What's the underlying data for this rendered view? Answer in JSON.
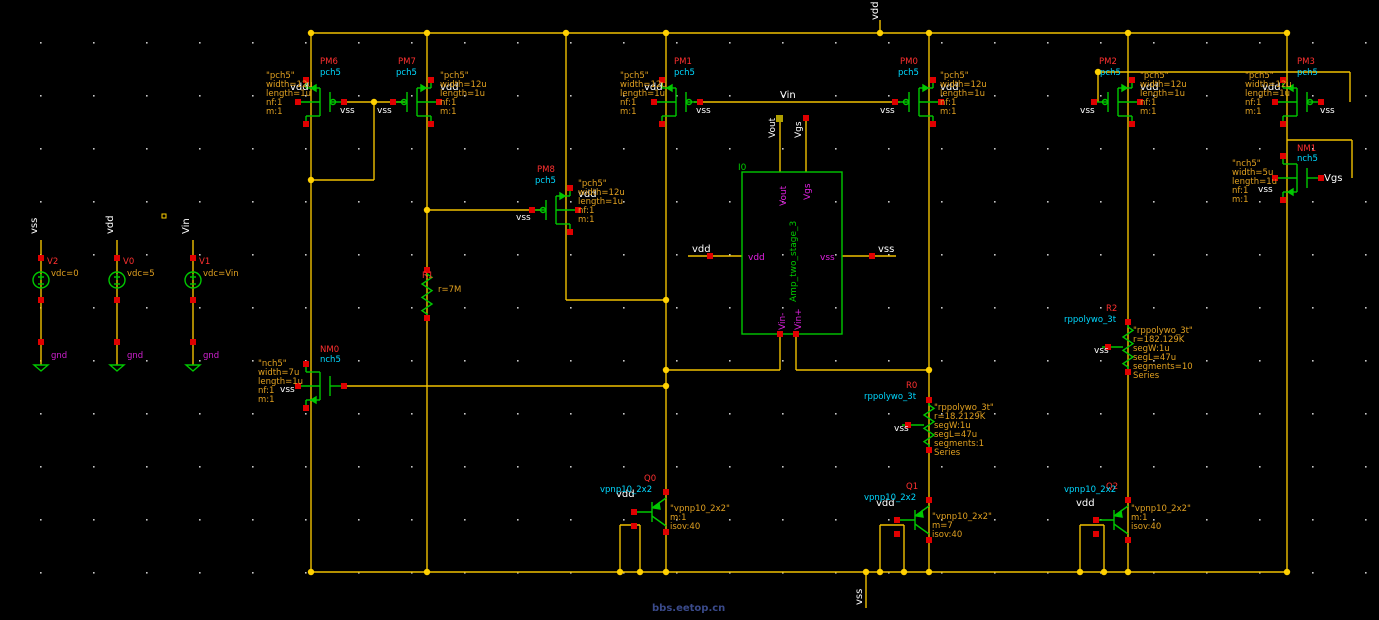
{
  "colors": {
    "background": "#000000",
    "wire": "#f0c000",
    "device": "#00c800",
    "pin": "#e00000",
    "inst_name": "#ff3030",
    "model": "#00d8ff",
    "param": "#e0a020",
    "pin_label": "#e020e0",
    "net_label": "#ffffff",
    "gnd_label": "#d020d0",
    "watermark": "#3a4a8a"
  },
  "nets": {
    "vdd_top": "vdd",
    "vss_bottom": "vss",
    "vin_mid": "Vin",
    "vss_pm6": "vss",
    "vss_pm7": "vss",
    "vss_pm1": "vss",
    "vss_pm0": "vss",
    "vss_pm2": "vss",
    "vss_pm3": "vss",
    "vss_pm8": "vss",
    "vdd_pm6": "vdd",
    "vdd_pm7": "vdd",
    "vdd_pm1": "vdd",
    "vdd_pm0": "vdd",
    "vdd_pm2": "vdd",
    "vdd_pm3": "vdd",
    "vdd_pm8": "vdd",
    "vss_nm0": "vss",
    "vss_nm1": "vss",
    "vgs_nm1": "Vgs",
    "vss_r0": "vss",
    "vss_r2": "vss",
    "vdd_q0": "vdd",
    "vdd_q1": "vdd",
    "vdd_q2": "vdd",
    "vout_pin": "Vout",
    "vgs_pin": "Vgs",
    "vdd_amp": "vdd",
    "vss_amp": "vss"
  },
  "sources": [
    {
      "net": "vss",
      "name": "V2",
      "value": "vdc=0",
      "gnd": "gnd"
    },
    {
      "net": "vdd",
      "name": "V0",
      "value": "vdc=5",
      "gnd": "gnd"
    },
    {
      "net": "Vin",
      "name": "V1",
      "value": "vdc=Vin",
      "gnd": "gnd"
    }
  ],
  "pmos": [
    {
      "name": "PM6",
      "model": "pch5",
      "params": [
        "\"pch5\"",
        "width=12u",
        "length=1u",
        "nf:1",
        "m:1"
      ]
    },
    {
      "name": "PM7",
      "model": "pch5",
      "params": [
        "\"pch5\"",
        "width=12u",
        "length=1u",
        "nf:1",
        "m:1"
      ]
    },
    {
      "name": "PM1",
      "model": "pch5",
      "params": [
        "\"pch5\"",
        "width=12u",
        "length=1u",
        "nf:1",
        "m:1"
      ]
    },
    {
      "name": "PM0",
      "model": "pch5",
      "params": [
        "\"pch5\"",
        "width=12u",
        "length=1u",
        "nf:1",
        "m:1"
      ]
    },
    {
      "name": "PM2",
      "model": "pch5",
      "params": [
        "\"pch5\"",
        "width=12u",
        "length=1u",
        "nf:1",
        "m:1"
      ]
    },
    {
      "name": "PM3",
      "model": "pch5",
      "params": [
        "\"pch5\"",
        "width=12u",
        "length=1u",
        "nf:1",
        "m:1"
      ]
    },
    {
      "name": "PM8",
      "model": "pch5",
      "params": [
        "\"pch5\"",
        "width=12u",
        "length=1u",
        "nf:1",
        "m:1"
      ]
    }
  ],
  "nmos": [
    {
      "name": "NM0",
      "model": "nch5",
      "params": [
        "\"nch5\"",
        "width=7u",
        "length=1u",
        "nf:1",
        "m:1"
      ]
    },
    {
      "name": "NM1",
      "model": "nch5",
      "params": [
        "\"nch5\"",
        "width=5u",
        "length=1u",
        "nf:1",
        "m:1"
      ]
    }
  ],
  "resistors": [
    {
      "name": "R1",
      "model": "",
      "params": [
        "r=7M"
      ]
    },
    {
      "name": "R0",
      "model": "rppolywo_3t",
      "params": [
        "\"rppolywo_3t\"",
        "r=18.2129K",
        "segW:1u",
        "segL=47u",
        "segments:1",
        "Series"
      ]
    },
    {
      "name": "R2",
      "model": "rppolywo_3t",
      "params": [
        "\"rppolywo_3t\"",
        "r=182.129K",
        "segW:1u",
        "segL=47u",
        "segments=10",
        "Series"
      ]
    }
  ],
  "bjts": [
    {
      "name": "Q0",
      "model": "vpnp10_2x2",
      "params": [
        "\"vpnp10_2x2\"",
        "m:1",
        "isov:40"
      ]
    },
    {
      "name": "Q1",
      "model": "vpnp10_2x2",
      "params": [
        "\"vpnp10_2x2\"",
        "m=7",
        "isov:40"
      ]
    },
    {
      "name": "Q2",
      "model": "vpnp10_2x2",
      "params": [
        "\"vpnp10_2x2\"",
        "m:1",
        "isov:40"
      ]
    }
  ],
  "amp": {
    "instance": "I0",
    "cell": "Amp_two_stage_3",
    "pins": {
      "vdd": "vdd",
      "vss": "vss",
      "vout": "Vout",
      "vgs": "Vgs",
      "vin_minus": "Vin-",
      "vin_plus": "Vin+"
    }
  },
  "watermark": "bbs.eetop.cn"
}
